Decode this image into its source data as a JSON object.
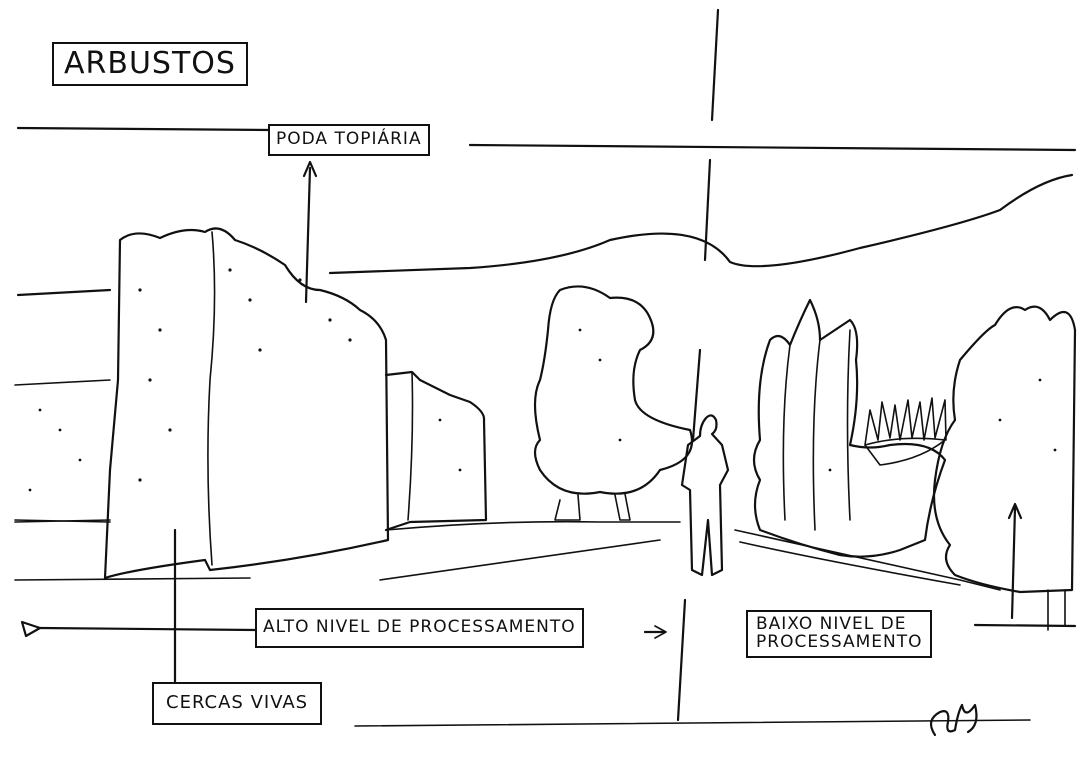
{
  "labels": {
    "title": "ARBUSTOS",
    "topiary": "PODA TOPIÁRIA",
    "high_processing": "ALTO NIVEL DE PROCESSAMENTO",
    "low_processing_line1": "BAIXO NIVEL DE",
    "low_processing_line2": "PROCESSAMENTO",
    "hedges": "CERCAS VIVAS"
  },
  "ink_color": "#111111"
}
